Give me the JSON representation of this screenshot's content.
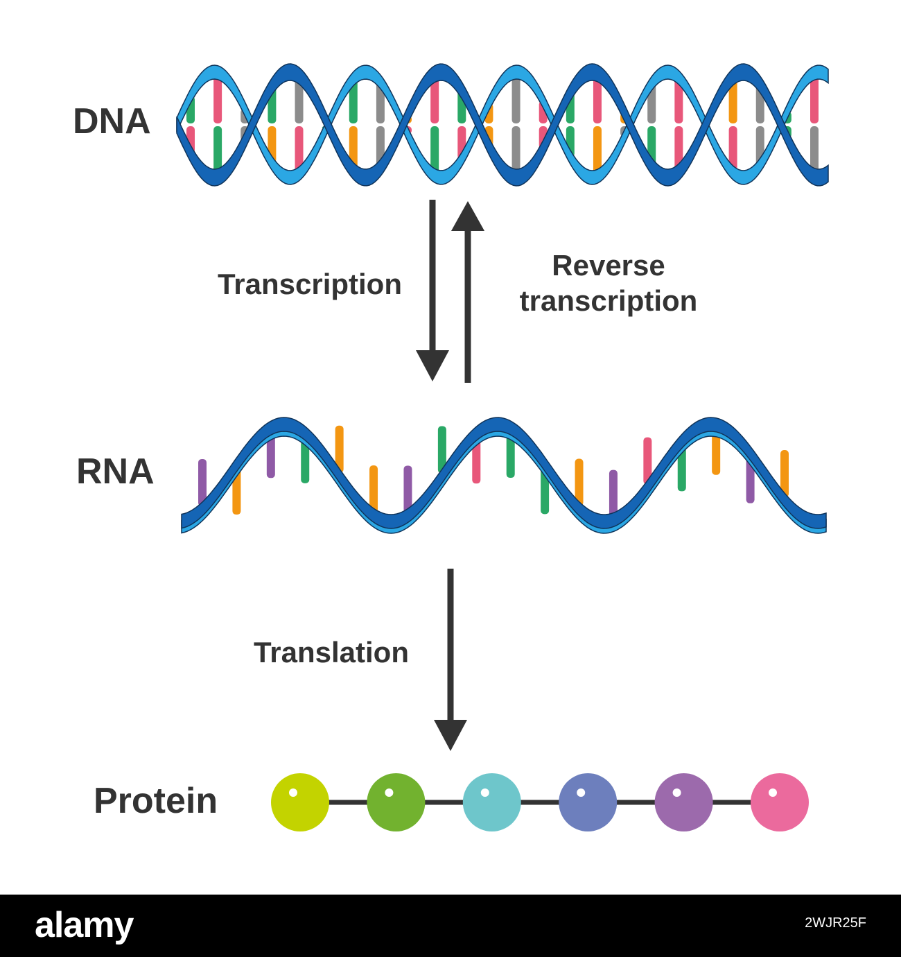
{
  "labels": {
    "dna": "DNA",
    "rna": "RNA",
    "protein": "Protein",
    "transcription": "Transcription",
    "reverse_line1": "Reverse",
    "reverse_line2": "transcription",
    "translation": "Translation"
  },
  "footer": {
    "logo": "alamy",
    "image_id": "2WJR25F"
  },
  "colors": {
    "strand_dark": "#1565b5",
    "strand_light": "#2ba7e4",
    "outline": "#10345a",
    "arrow": "#333333",
    "base_green": "#2aa866",
    "base_pink": "#e8577a",
    "base_gray": "#8c8c8c",
    "base_orange": "#f39612",
    "base_purple": "#8f5aa6"
  },
  "dna_base_sequence": [
    "green",
    "pink",
    "gray",
    "green",
    "gray",
    "pink",
    "green",
    "gray",
    "orange",
    "pink",
    "green",
    "orange",
    "gray",
    "pink",
    "green",
    "pink",
    "orange",
    "gray",
    "pink",
    "green",
    "orange",
    "gray",
    "green",
    "pink"
  ],
  "rna_base_sequence": [
    "purple",
    "orange",
    "purple",
    "green",
    "orange",
    "orange",
    "purple",
    "green",
    "pink",
    "green",
    "green",
    "orange",
    "purple",
    "pink",
    "green",
    "orange",
    "purple",
    "orange"
  ],
  "protein_beads": [
    "#c3d300",
    "#72b22f",
    "#6ec6cb",
    "#6d7fbd",
    "#9c6aac",
    "#eb6a9d"
  ]
}
